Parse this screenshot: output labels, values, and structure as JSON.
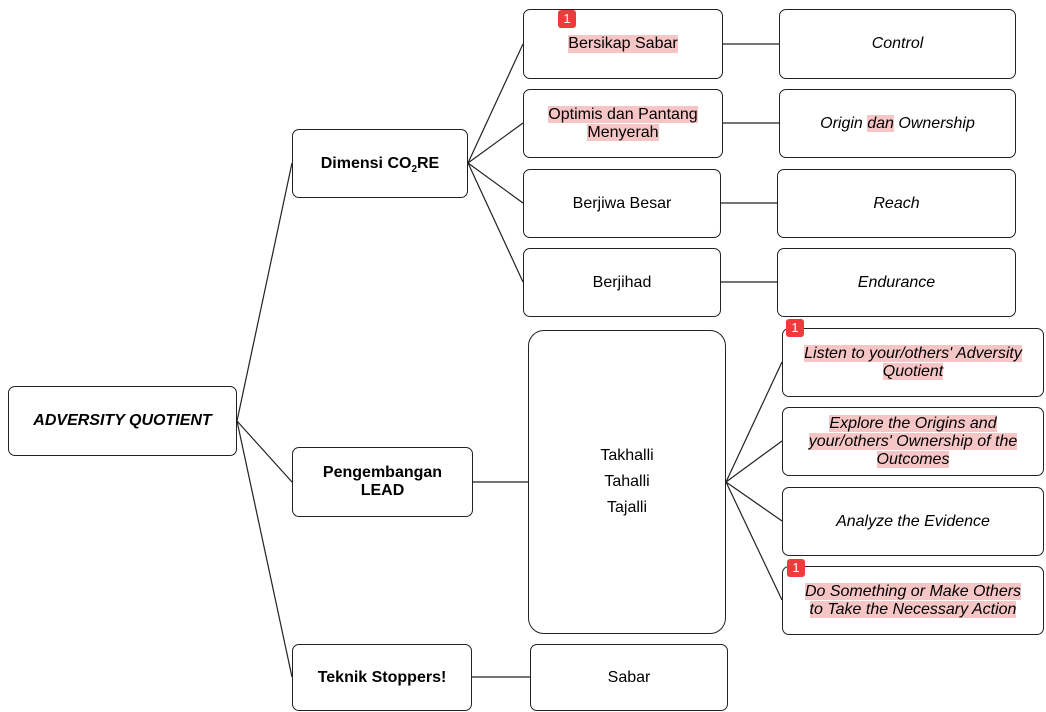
{
  "root": {
    "label": "ADVERSITY QUOTIENT"
  },
  "branches": {
    "core": {
      "prefix": "Dimensi CO",
      "sub": "2",
      "suffix": "RE"
    },
    "lead": {
      "line1": "Pengembangan",
      "line2": "LEAD"
    },
    "stoppers": {
      "label": "Teknik Stoppers!"
    }
  },
  "core_items": [
    {
      "label": "Bersikap Sabar",
      "dimension": "Control"
    },
    {
      "label_lines": [
        "Optimis dan Pantang",
        "Menyerah"
      ],
      "dimension_parts": [
        "Origin ",
        "dan",
        " Ownership"
      ]
    },
    {
      "label": "Berjiwa Besar",
      "dimension": "Reach"
    },
    {
      "label": "Berjihad",
      "dimension": "Endurance"
    }
  ],
  "lead_center": {
    "lines": [
      "Takhalli",
      "Tahalli",
      "Tajalli"
    ]
  },
  "lead_steps": [
    {
      "lines": [
        "Listen to your/others' Adversity",
        "Quotient"
      ]
    },
    {
      "lines": [
        "Explore the Origins and",
        "your/others' Ownership of the",
        "Outcomes"
      ]
    },
    {
      "lines": [
        "Analyze the Evidence"
      ]
    },
    {
      "lines": [
        "Do Something or Make Others",
        "to Take the Necessary Action"
      ]
    }
  ],
  "stoppers_item": {
    "label": "Sabar"
  },
  "comment_badge": "1",
  "colors": {
    "highlight": "#f6c6c6",
    "badge": "#ee3b3b",
    "border": "#222222"
  }
}
